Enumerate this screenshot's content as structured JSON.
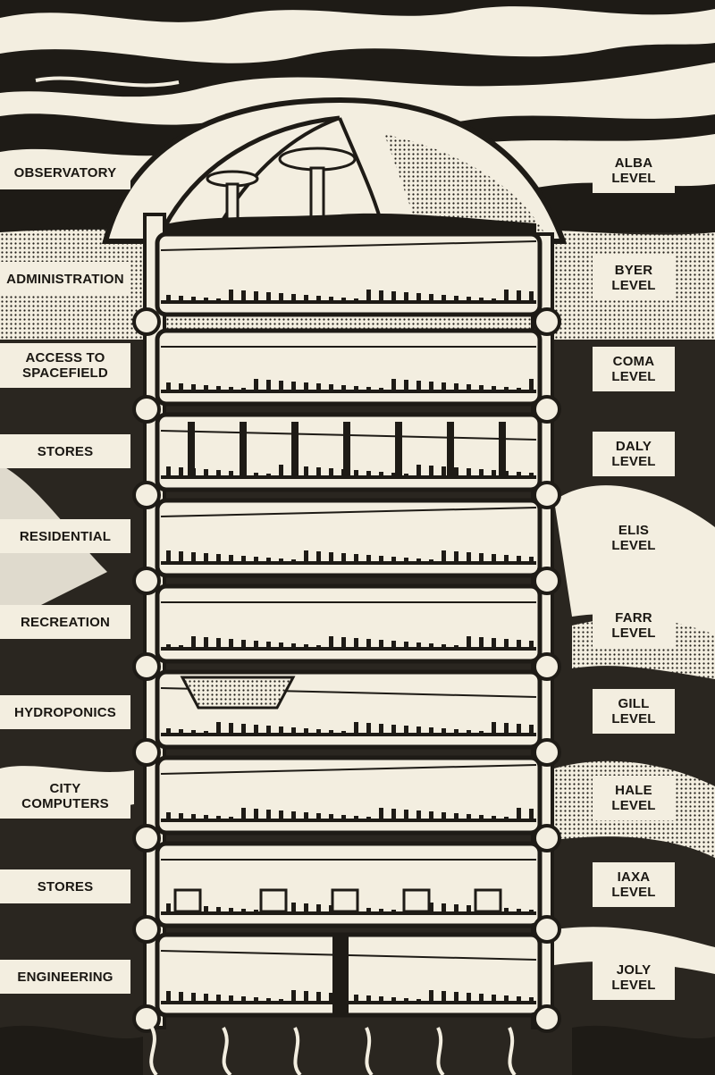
{
  "functions": [
    {
      "lines": [
        "OBSERVATORY"
      ]
    },
    {
      "lines": [
        "ADMINISTRATION"
      ]
    },
    {
      "lines": [
        "ACCESS TO",
        "SPACEFIELD"
      ]
    },
    {
      "lines": [
        "STORES"
      ]
    },
    {
      "lines": [
        "RESIDENTIAL"
      ]
    },
    {
      "lines": [
        "RECREATION"
      ]
    },
    {
      "lines": [
        "HYDROPONICS"
      ]
    },
    {
      "lines": [
        "CITY",
        "COMPUTERS"
      ]
    },
    {
      "lines": [
        "STORES"
      ]
    },
    {
      "lines": [
        "ENGINEERING"
      ]
    }
  ],
  "levels": [
    {
      "lines": [
        "ALBA",
        "LEVEL"
      ]
    },
    {
      "lines": [
        "BYER",
        "LEVEL"
      ]
    },
    {
      "lines": [
        "COMA",
        "LEVEL"
      ]
    },
    {
      "lines": [
        "DALY",
        "LEVEL"
      ]
    },
    {
      "lines": [
        "ELIS",
        "LEVEL"
      ]
    },
    {
      "lines": [
        "FARR",
        "LEVEL"
      ]
    },
    {
      "lines": [
        "GILL",
        "LEVEL"
      ]
    },
    {
      "lines": [
        "HALE",
        "LEVEL"
      ]
    },
    {
      "lines": [
        "IAXA",
        "LEVEL"
      ]
    },
    {
      "lines": [
        "JOLY",
        "LEVEL"
      ]
    }
  ],
  "colors": {
    "ink": "#1e1b16",
    "paper": "#f3eee0",
    "paper_shade": "#d9d2c1",
    "rock": "#2a2620"
  }
}
